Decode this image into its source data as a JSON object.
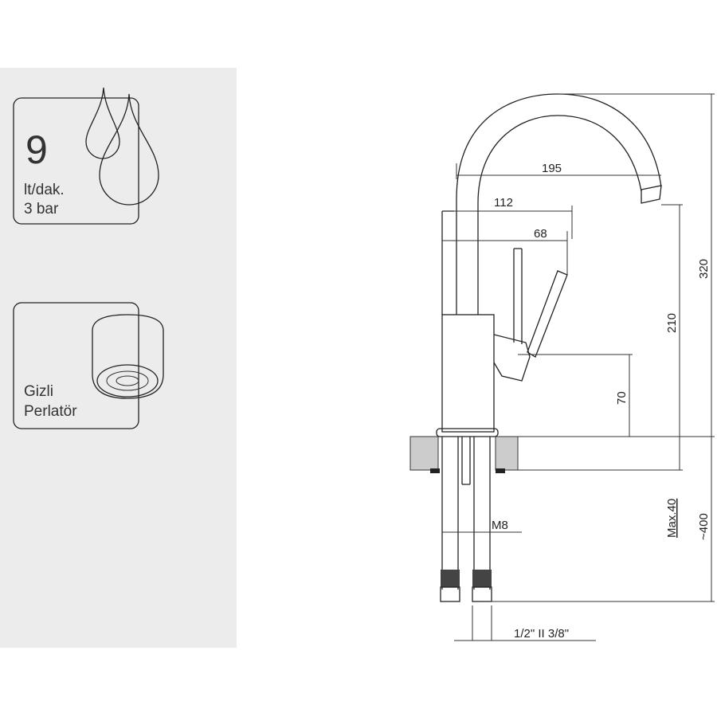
{
  "features": {
    "flow": {
      "value": "9",
      "unit": "lt/dak.",
      "pressure": "3 bar",
      "icon": "water-drops-icon"
    },
    "aerator": {
      "line1": "Gizli",
      "line2": "Perlatör",
      "icon": "aerator-icon"
    }
  },
  "dimensions": {
    "spout_reach": "195",
    "body_to_lever": "112",
    "lever_offset": "68",
    "total_height": "320",
    "spout_height": "210",
    "lever_height": "70",
    "max_counter": "Max.40",
    "hose_length": "~400",
    "stud": "M8",
    "connection": "1/2\" II 3/8\""
  }
}
